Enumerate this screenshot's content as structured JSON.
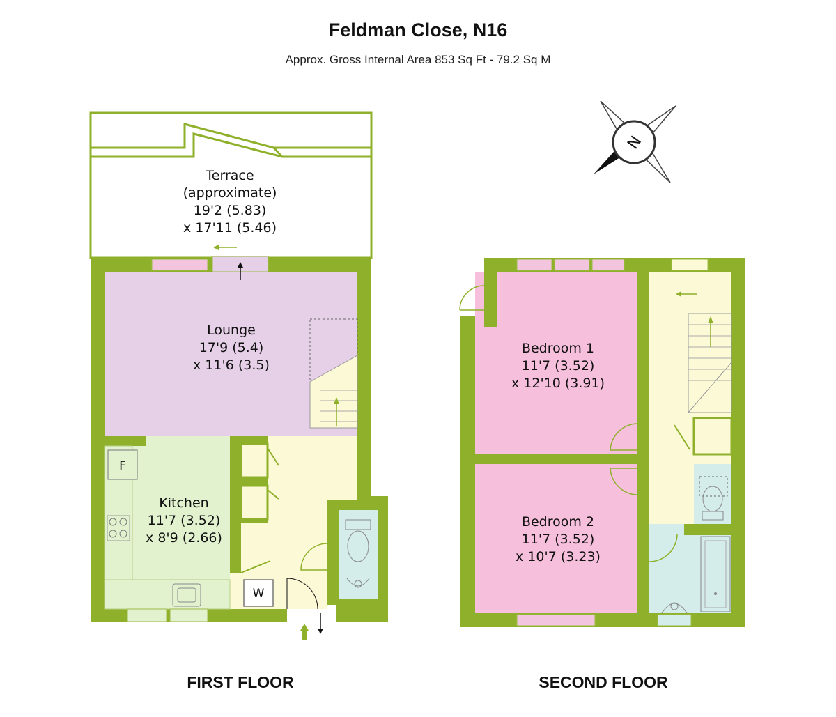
{
  "header": {
    "title": "Feldman Close, N16",
    "subtitle": "Approx. Gross Internal Area 853 Sq Ft - 79.2 Sq M"
  },
  "compass": {
    "letter": "N"
  },
  "first_floor": {
    "label": "FIRST FLOOR",
    "rooms": {
      "terrace": [
        "Terrace",
        "(approximate)",
        "19'2 (5.83)",
        "x 17'11 (5.46)"
      ],
      "lounge": [
        "Lounge",
        "17'9 (5.4)",
        "x 11'6 (3.5)"
      ],
      "kitchen": [
        "Kitchen",
        "11'7 (3.52)",
        "x 8'9 (2.66)"
      ]
    },
    "fridge_letter": "F",
    "washer_letter": "W"
  },
  "second_floor": {
    "label": "SECOND FLOOR",
    "rooms": {
      "bedroom1": [
        "Bedroom 1",
        "11'7 (3.52)",
        "x 12'10 (3.91)"
      ],
      "bedroom2": [
        "Bedroom 2",
        "11'7 (3.52)",
        "x 10'7 (3.23)"
      ]
    }
  },
  "colors": {
    "wall": "#8fb02a",
    "lounge": "#e6d0e8",
    "kitchen": "#e2f2cf",
    "hall": "#fcfad6",
    "bathroom": "#d4ecea",
    "bedroom": "#f6bfdc",
    "window": "#f2c4dd"
  }
}
